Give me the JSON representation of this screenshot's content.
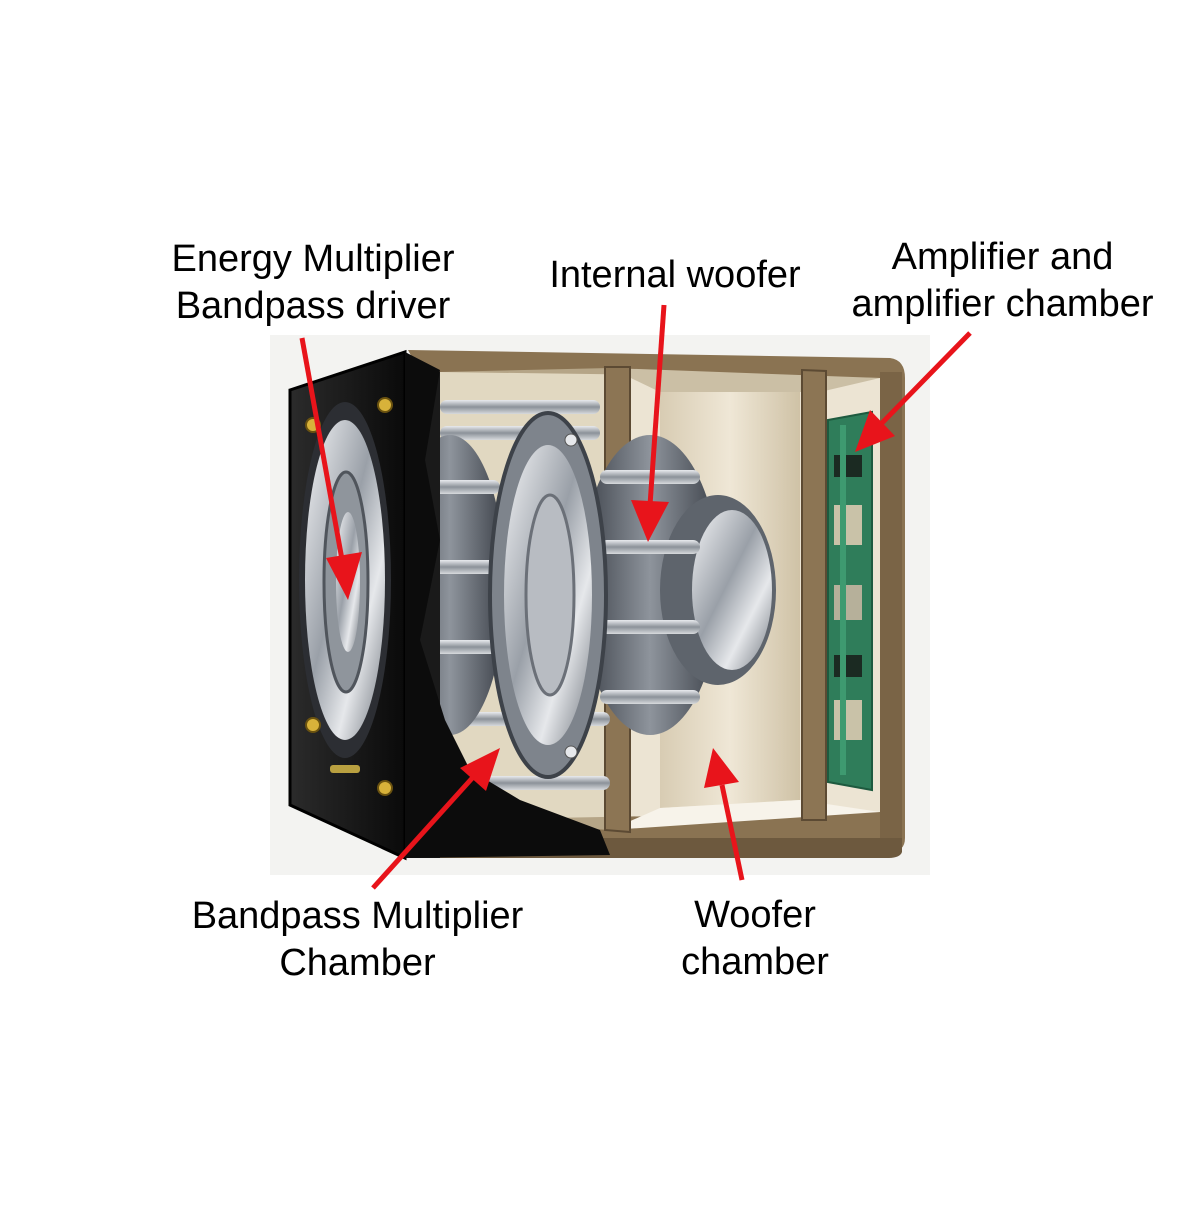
{
  "labels": {
    "energy_multiplier": {
      "line1": "Energy Multiplier",
      "line2": "Bandpass driver"
    },
    "internal_woofer": {
      "line1": "Internal woofer"
    },
    "amplifier": {
      "line1": "Amplifier and",
      "line2": "amplifier chamber"
    },
    "bandpass_chamber": {
      "line1": "Bandpass Multiplier",
      "line2": "Chamber"
    },
    "woofer_chamber": {
      "line1": "Woofer",
      "line2": "chamber"
    }
  },
  "colors": {
    "arrow": "#e8141b",
    "cabinet_wood": "#8a7352",
    "cabinet_edge": "#5c4a33",
    "interior_panel": "#e2d7c0",
    "driver_silver": "#c9ccd1",
    "driver_dark": "#4a4f57",
    "front_baffle": "#111111",
    "pcb_green": "#2f7d5a"
  }
}
